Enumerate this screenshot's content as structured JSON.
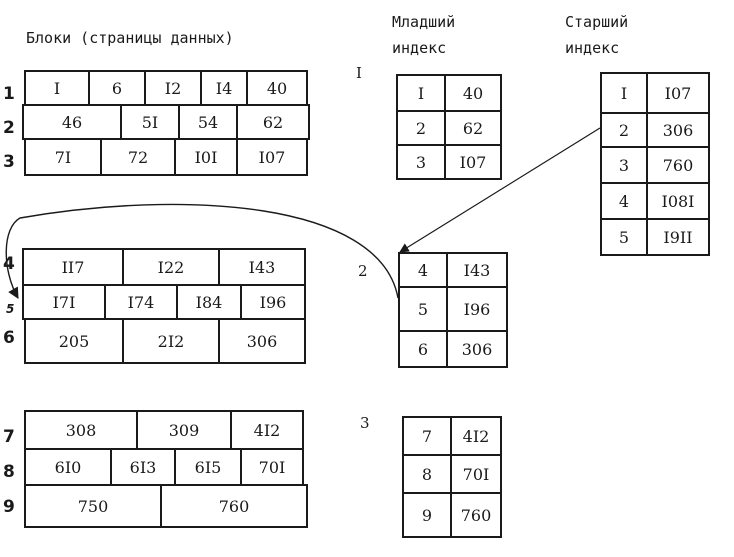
{
  "headers": {
    "blocks": "Блоки (страницы данных)",
    "junior_index": [
      "Младший",
      "индекс"
    ],
    "senior_index": [
      "Старший",
      "индекс"
    ]
  },
  "row_numbers": [
    "1",
    "2",
    "3",
    "4",
    "5",
    "6",
    "7",
    "8",
    "9"
  ],
  "group_labels": [
    "I",
    "2",
    "3"
  ],
  "blocks": [
    [
      [
        "I",
        "6",
        "I2",
        "I4",
        "40"
      ],
      [
        "46",
        "5I",
        "54",
        "62"
      ],
      [
        "7I",
        "72",
        "I0I",
        "I07"
      ]
    ],
    [
      [
        "II7",
        "I22",
        "I43"
      ],
      [
        "I7I",
        "I74",
        "I84",
        "I96"
      ],
      [
        "205",
        "2I2",
        "306"
      ]
    ],
    [
      [
        "308",
        "309",
        "4I2"
      ],
      [
        "6I0",
        "6I3",
        "6I5",
        "70I"
      ],
      [
        "750",
        "760"
      ]
    ]
  ],
  "junior_index": [
    [
      [
        "I",
        "40"
      ],
      [
        "2",
        "62"
      ],
      [
        "3",
        "I07"
      ]
    ],
    [
      [
        "4",
        "I43"
      ],
      [
        "5",
        "I96"
      ],
      [
        "6",
        "306"
      ]
    ],
    [
      [
        "7",
        "4I2"
      ],
      [
        "8",
        "70I"
      ],
      [
        "9",
        "760"
      ]
    ]
  ],
  "senior_index": [
    [
      "I",
      "I07"
    ],
    [
      "2",
      "306"
    ],
    [
      "3",
      "760"
    ],
    [
      "4",
      "I08I"
    ],
    [
      "5",
      "I9II"
    ]
  ]
}
